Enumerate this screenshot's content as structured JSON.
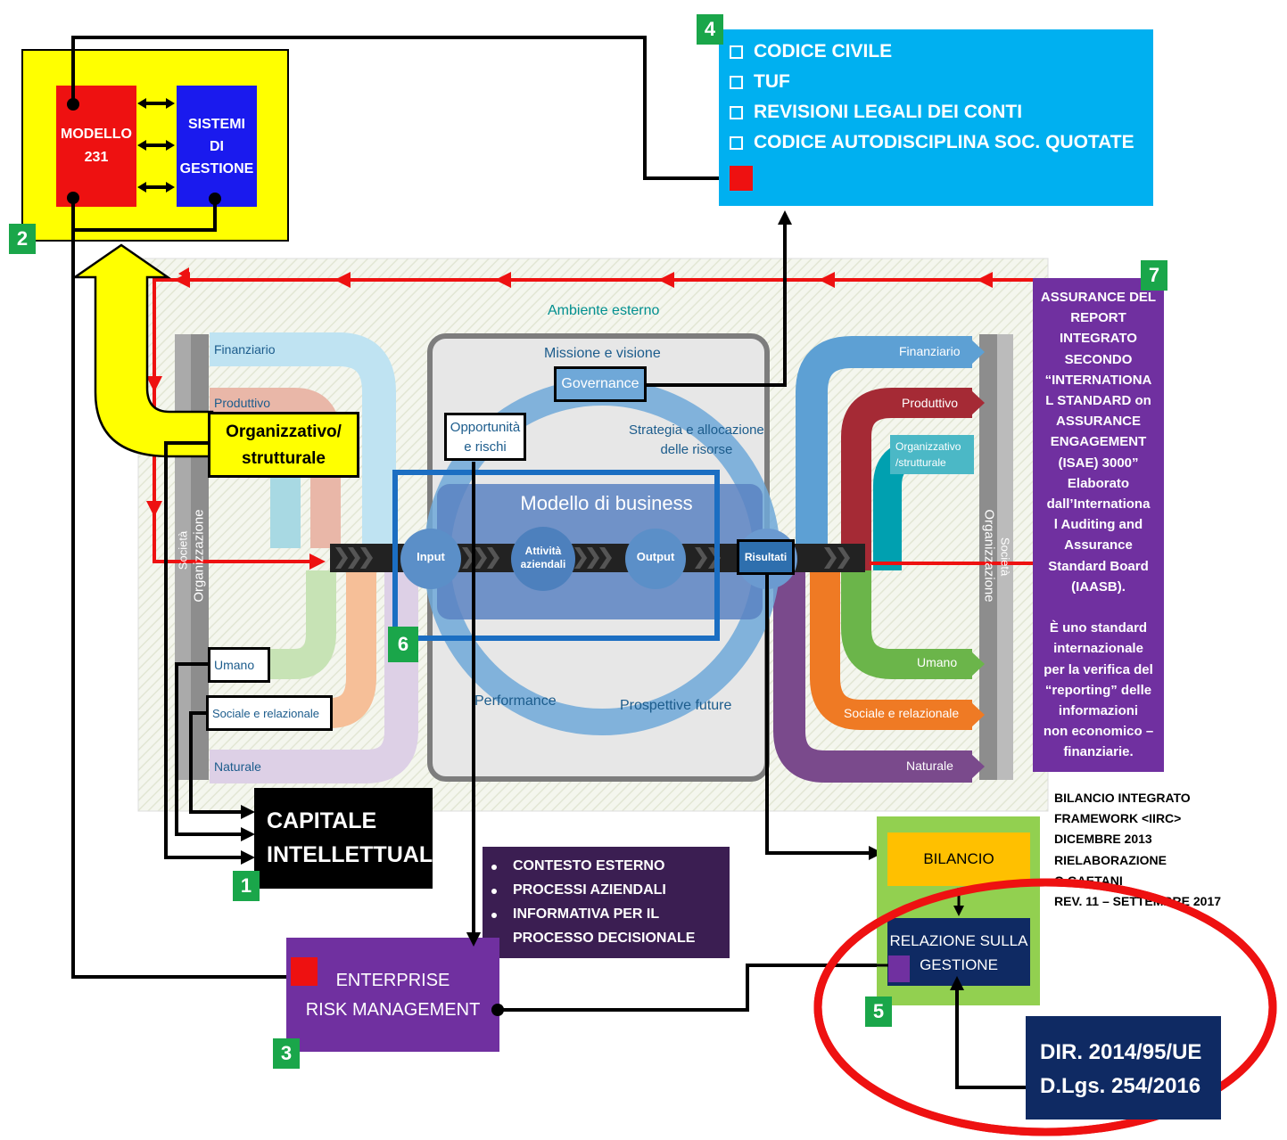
{
  "modello": {
    "line1": "MODELLO",
    "line2": "231"
  },
  "sistemi": {
    "line1": "SISTEMI",
    "line2": "DI",
    "line3": "GESTIONE"
  },
  "norms": [
    "CODICE CIVILE",
    "TUF",
    "REVISIONI LEGALI DEI CONTI",
    "CODICE AUTODISCIPLINA SOC. QUOTATE"
  ],
  "badges": {
    "b1": "1",
    "b2": "2",
    "b3": "3",
    "b4": "4",
    "b5": "5",
    "b6": "6",
    "b7": "7"
  },
  "assurance": [
    "ASSURANCE DEL",
    "REPORT",
    "INTEGRATO",
    "SECONDO",
    "“INTERNATIONA",
    "L STANDARD on",
    "ASSURANCE",
    "ENGAGEMENT",
    "(ISAE) 3000”",
    "Elaborato",
    "dall’Internationa",
    "l Auditing and",
    "Assurance",
    "Standard Board",
    "(IAASB).",
    "",
    "È uno standard",
    "internazionale",
    "per la verifica del",
    "“reporting” delle",
    "informazioni",
    "non economico –",
    "finanziarie."
  ],
  "iirc": {
    "ambiente": "Ambiente esterno",
    "missione": "Missione e visione",
    "governance": "Governance",
    "strategia1": "Strategia e allocazione",
    "strategia2": "delle risorse",
    "opportunita1": "Opportunità",
    "opportunita2": "e rischi",
    "modello_business": "Modello di business",
    "input": "Input",
    "attivita1": "Attività",
    "attivita2": "aziendali",
    "output": "Output",
    "risultati": "Risultati",
    "performance": "Performance",
    "prospettive": "Prospettive future",
    "left_caps": [
      "Finanziario",
      "Produttivo",
      "Umano",
      "Sociale e relazionale",
      "Naturale"
    ],
    "right_caps": [
      "Finanziario",
      "Produttivo",
      "Organizzativo",
      "/strutturale",
      "Umano",
      "Sociale e relazionale",
      "Naturale"
    ],
    "societa": "Società",
    "organizzazione": "Organizzazione"
  },
  "org_strutturale": {
    "line1": "Organizzativo/",
    "line2": "strutturale"
  },
  "capitale": {
    "line1": "CAPITALE",
    "line2": "INTELLETTUALE"
  },
  "context_list": [
    "CONTESTO ESTERNO",
    "PROCESSI AZIENDALI",
    "INFORMATIVA PER IL",
    "PROCESSO DECISIONALE"
  ],
  "erm": {
    "line1": "ENTERPRISE",
    "line2": "RISK MANAGEMENT"
  },
  "bilancio": "BILANCIO",
  "relazione": {
    "line1": "RELAZIONE SULLA",
    "line2": "GESTIONE"
  },
  "framework_note": [
    "BILANCIO INTEGRATO",
    "FRAMEWORK <IIRC>",
    "DICEMBRE 2013",
    "RIELABORAZIONE",
    "G.GAETANI",
    "REV. 11 – SETTEMBRE 2017"
  ],
  "dir": {
    "line1": "DIR. 2014/95/UE",
    "line2": "D.Lgs. 254/2016"
  },
  "colors": {
    "yellow": "#ffff00",
    "red": "#ee1111",
    "blue": "#1a1aee",
    "cyan": "#00b0f0",
    "purple": "#7030a0",
    "dark_purple": "#3b1e52",
    "navy": "#0f2a63",
    "green_box": "#92d050",
    "orange": "#ffc000",
    "badge_green": "#1aa64a"
  }
}
